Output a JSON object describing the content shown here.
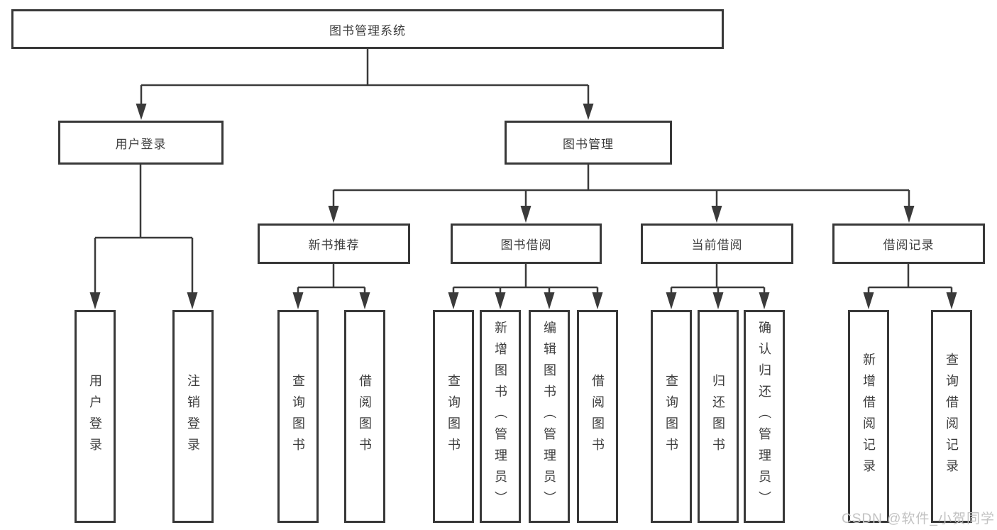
{
  "diagram": {
    "root": {
      "label": "图书管理系统"
    },
    "user_login": {
      "label": "用户登录",
      "children": [
        {
          "label": "用户登录"
        },
        {
          "label": "注销登录"
        }
      ]
    },
    "book_mgmt": {
      "label": "图书管理",
      "groups": [
        {
          "label": "新书推荐",
          "children": [
            {
              "label": "查询图书"
            },
            {
              "label": "借阅图书"
            }
          ]
        },
        {
          "label": "图书借阅",
          "children": [
            {
              "label": "查询图书"
            },
            {
              "label": "新增图书（管理员）"
            },
            {
              "label": "编辑图书（管理员）"
            },
            {
              "label": "借阅图书"
            }
          ]
        },
        {
          "label": "当前借阅",
          "children": [
            {
              "label": "查询图书"
            },
            {
              "label": "归还图书"
            },
            {
              "label": "确认归还（管理员）"
            }
          ]
        },
        {
          "label": "借阅记录",
          "children": [
            {
              "label": "新增借阅记录"
            },
            {
              "label": "查询借阅记录"
            }
          ]
        }
      ]
    },
    "watermark": "CSDN @软件_小贺同学",
    "colors": {
      "line": "#3a3a3a",
      "border": "#383838",
      "text": "#3d3d3d",
      "watermark": "#c2c2c2",
      "background": "#ffffff"
    }
  }
}
